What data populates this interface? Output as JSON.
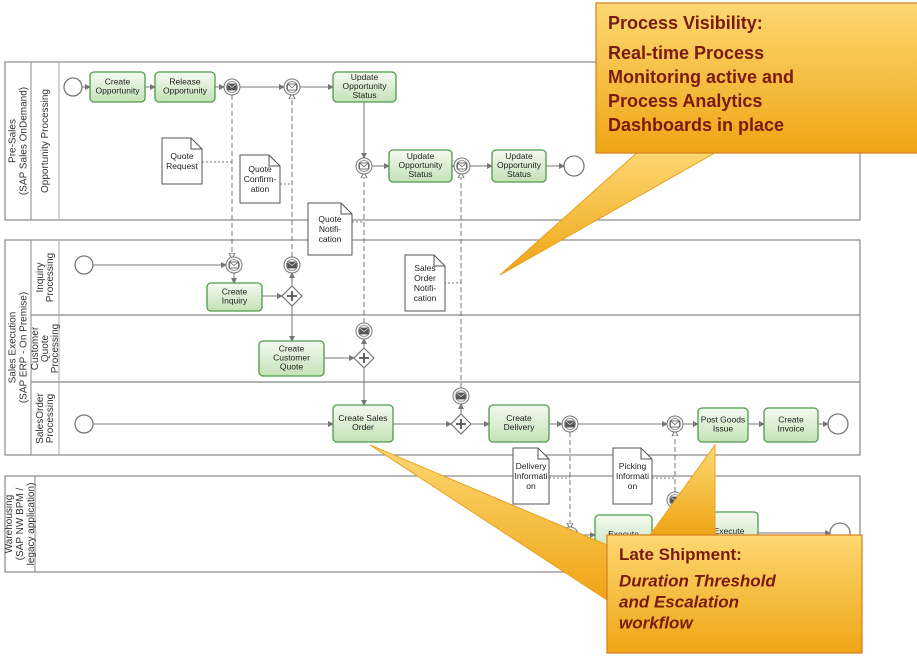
{
  "pools": [
    {
      "id": "presales",
      "label": [
        "Pre-Sales",
        "(SAP Sales OnDemand)"
      ],
      "lanes": [
        {
          "label": [
            "Opportunity Processing"
          ]
        }
      ]
    },
    {
      "id": "sales_exec",
      "label": [
        "Sales Execution",
        "(SAP ERP - On Premise)"
      ],
      "lanes": [
        {
          "label": [
            "Inquiry",
            "Processing"
          ]
        },
        {
          "label": [
            "Customer",
            "Quote",
            "Processing"
          ]
        },
        {
          "label": [
            "SalesOrder",
            "Processing"
          ]
        }
      ]
    },
    {
      "id": "warehousing",
      "label": [
        "Warehousing",
        "(SAP NW BPM /",
        "legacy application)"
      ],
      "lanes": []
    }
  ],
  "tasks": [
    {
      "id": "create_opportunity",
      "label": [
        "Create",
        "Opportunity"
      ]
    },
    {
      "id": "release_opportunity",
      "label": [
        "Release",
        "Opportunity"
      ]
    },
    {
      "id": "update_status_1",
      "label": [
        "Update",
        "Opportunity",
        "Status"
      ]
    },
    {
      "id": "update_status_2",
      "label": [
        "Update",
        "Opportunity",
        "Status"
      ]
    },
    {
      "id": "update_status_3",
      "label": [
        "Update",
        "Opportunity",
        "Status"
      ]
    },
    {
      "id": "create_inquiry",
      "label": [
        "Create",
        "Inquiry"
      ]
    },
    {
      "id": "create_customer_quote",
      "label": [
        "Create",
        "Customer",
        "Quote"
      ]
    },
    {
      "id": "create_sales_order",
      "label": [
        "Create Sales",
        "Order"
      ]
    },
    {
      "id": "create_delivery",
      "label": [
        "Create",
        "Delivery"
      ]
    },
    {
      "id": "post_goods_issue",
      "label": [
        "Post Goods",
        "Issue"
      ]
    },
    {
      "id": "create_invoice",
      "label": [
        "Create",
        "Invoice"
      ]
    },
    {
      "id": "execute_1",
      "label": [
        "Execute"
      ]
    },
    {
      "id": "execute_2",
      "label": [
        "Execute"
      ]
    }
  ],
  "documents": [
    {
      "id": "quote_request",
      "label": [
        "Quote",
        "Request"
      ]
    },
    {
      "id": "quote_confirmation",
      "label": [
        "Quote",
        "Confirm-",
        "ation"
      ]
    },
    {
      "id": "quote_notification",
      "label": [
        "Quote",
        "Notifi-",
        "cation"
      ]
    },
    {
      "id": "sales_order_notification",
      "label": [
        "Sales",
        "Order",
        "Notifi-",
        "cation"
      ]
    },
    {
      "id": "delivery_information",
      "label": [
        "Delivery",
        "Informati",
        "on"
      ]
    },
    {
      "id": "picking_information",
      "label": [
        "Picking",
        "Informati",
        "on"
      ]
    }
  ],
  "callouts": [
    {
      "id": "process_visibility",
      "title": "Process Visibility:",
      "body": [
        "Real-time Process",
        "Monitoring active and",
        "Process Analytics",
        "Dashboards in place"
      ],
      "italic": false
    },
    {
      "id": "late_shipment",
      "title": "Late Shipment:",
      "body": [
        "Duration Threshold",
        "and Escalation",
        "workflow"
      ],
      "italic": true
    }
  ],
  "colors": {
    "task_fill_top": "#f2f9ee",
    "task_fill_bottom": "#c6e3bb",
    "task_stroke": "#4f9a4a",
    "callout_top": "#fbd46a",
    "callout_bottom": "#f0a818",
    "callout_text": "#7a1a10",
    "line": "#777777"
  }
}
